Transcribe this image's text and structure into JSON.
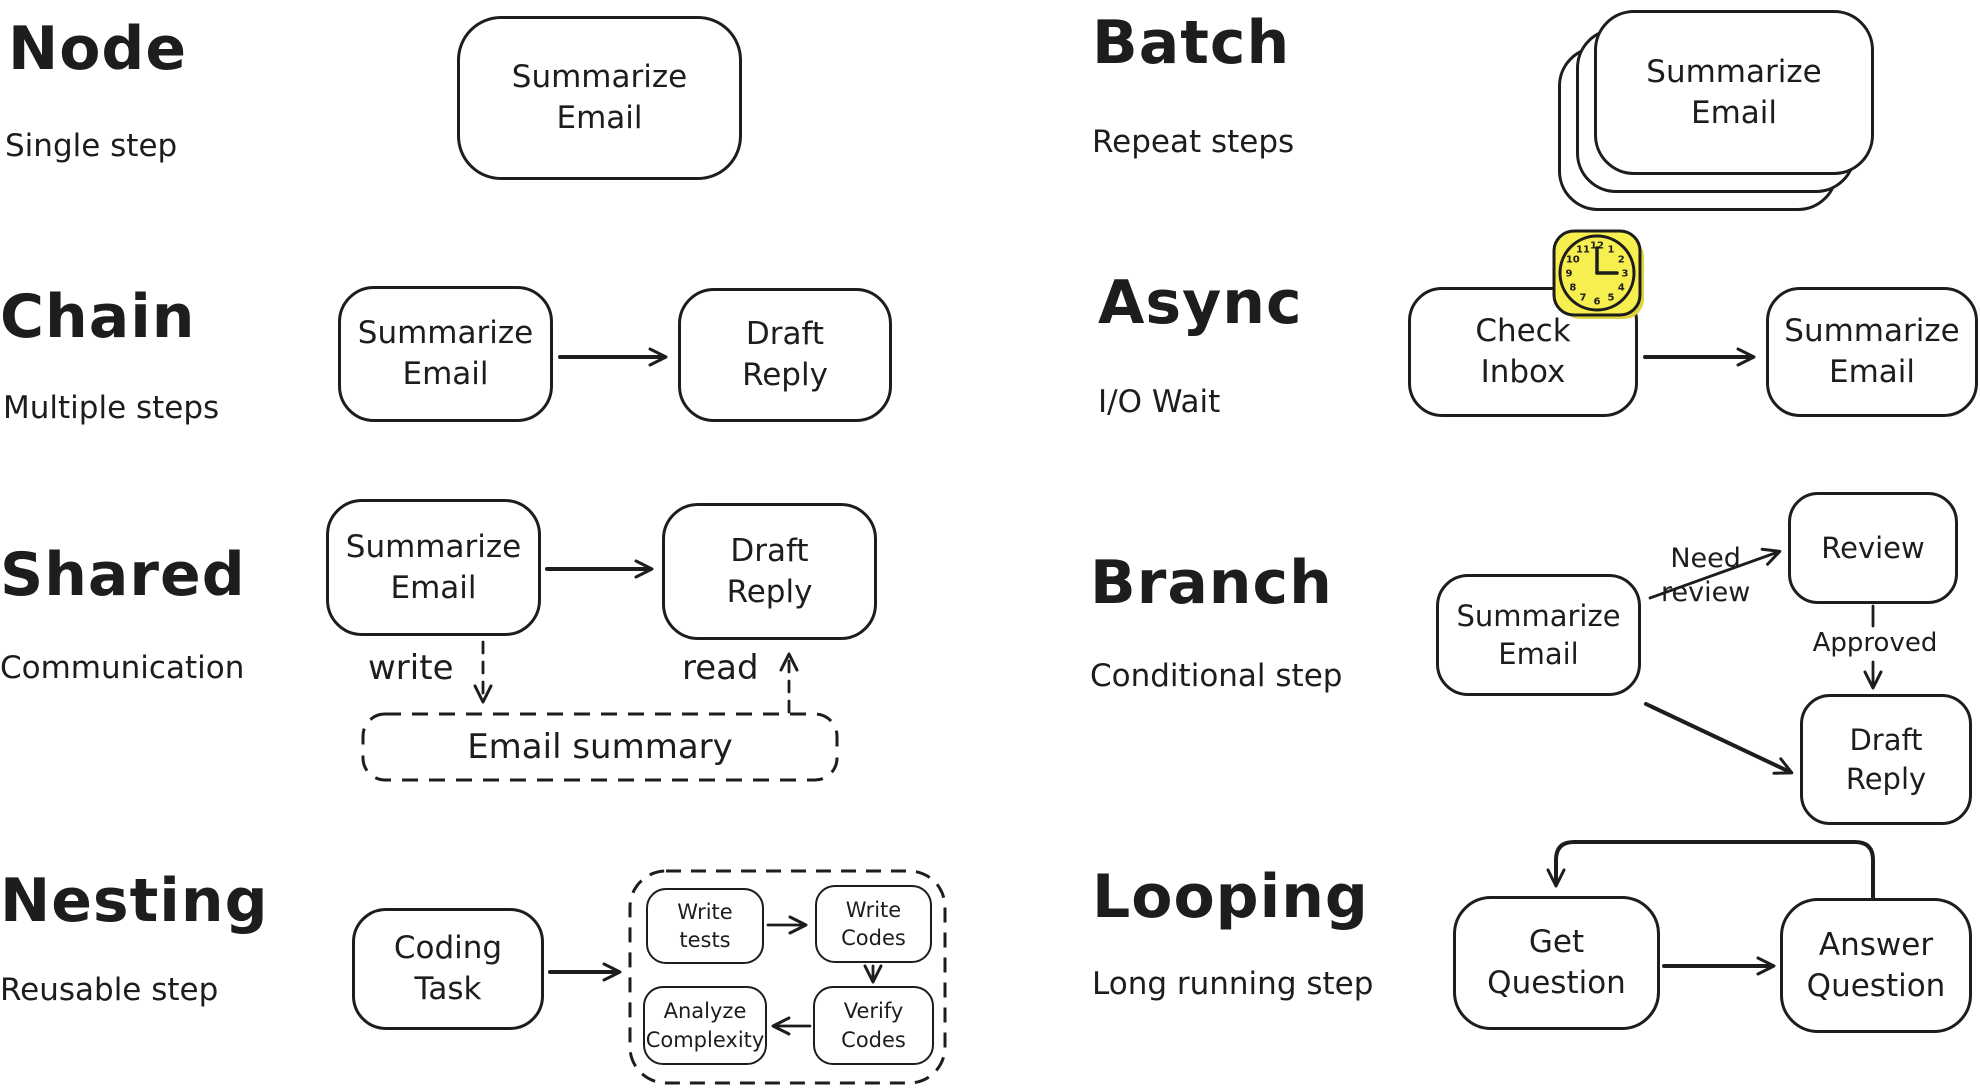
{
  "colors": {
    "stroke": "#1d1d1d",
    "background": "#ffffff",
    "clock_fill": "#f7ee4f",
    "clock_shadow": "#e0d63c"
  },
  "sections": {
    "node": {
      "title": "Node",
      "subtitle": "Single step",
      "box_label": "Summarize Email"
    },
    "batch": {
      "title": "Batch",
      "subtitle": "Repeat steps",
      "box_label": "Summarize Email"
    },
    "chain": {
      "title": "Chain",
      "subtitle": "Multiple steps",
      "from_label": "Summarize Email",
      "to_label": "Draft Reply"
    },
    "async": {
      "title": "Async",
      "subtitle": "I/O Wait",
      "from_label": "Check Inbox",
      "to_label": "Summarize Email",
      "clock_numbers": [
        "1",
        "2",
        "3",
        "4",
        "5",
        "6",
        "7",
        "8",
        "9",
        "10",
        "11",
        "12"
      ]
    },
    "shared": {
      "title": "Shared",
      "subtitle": "Communication",
      "from_label": "Summarize Email",
      "to_label": "Draft Reply",
      "write_label": "write",
      "read_label": "read",
      "store_label": "Email summary"
    },
    "branch": {
      "title": "Branch",
      "subtitle": "Conditional step",
      "source_label": "Summarize Email",
      "review_label": "Review",
      "target_label": "Draft Reply",
      "need_review_label": "Need review",
      "approved_label": "Approved"
    },
    "nesting": {
      "title": "Nesting",
      "subtitle": "Reusable step",
      "outer_label": "Coding Task",
      "inner_labels": {
        "write_tests": "Write tests",
        "write_codes": "Write Codes",
        "analyze_complexity": "Analyze Complexity",
        "verify_codes": "Verify Codes"
      }
    },
    "looping": {
      "title": "Looping",
      "subtitle": "Long running step",
      "from_label": "Get Question",
      "to_label": "Answer Question"
    }
  }
}
